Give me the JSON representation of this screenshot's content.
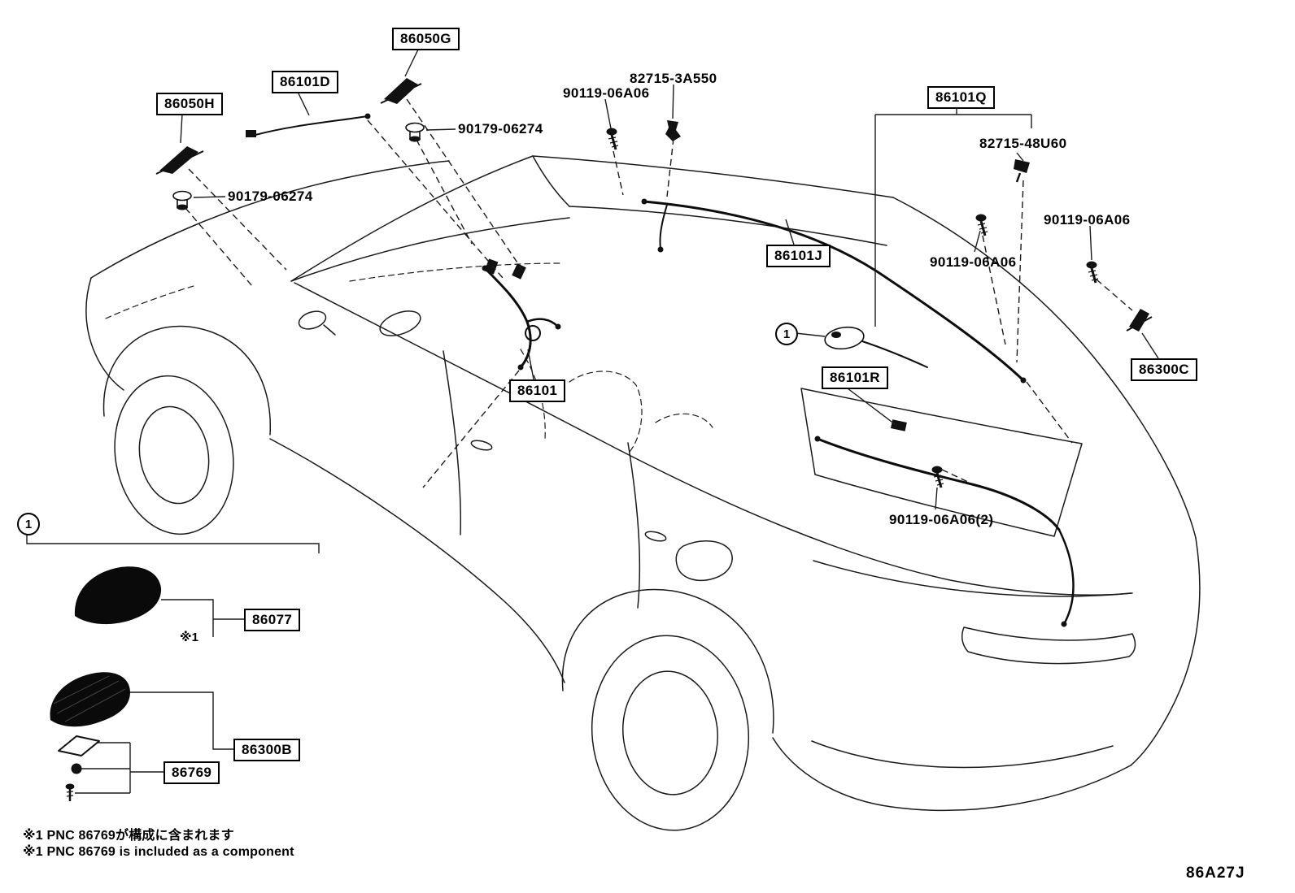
{
  "diagram": {
    "drawing_code": "86A27J",
    "footnote_jp": "※1 PNC 86769が構成に含まれます",
    "footnote_en": "※1 PNC 86769 is included as a component",
    "callout_circle": "1",
    "note_ref": "※1"
  },
  "labels": [
    {
      "text": "86050G"
    },
    {
      "text": "86101D"
    },
    {
      "text": "86050H"
    },
    {
      "text": "90179-06274"
    },
    {
      "text": "90119-06A06"
    },
    {
      "text": "82715-3A550"
    },
    {
      "text": "86101Q"
    },
    {
      "text": "82715-48U60"
    },
    {
      "text": "90179-06274"
    },
    {
      "text": "86101J"
    },
    {
      "text": "90119-06A06"
    },
    {
      "text": "90119-06A06"
    },
    {
      "text": "86300C"
    },
    {
      "text": "86101"
    },
    {
      "text": "86101R"
    },
    {
      "text": "90119-06A06(2)"
    },
    {
      "text": "86077"
    },
    {
      "text": "86300B"
    },
    {
      "text": "86769"
    }
  ]
}
